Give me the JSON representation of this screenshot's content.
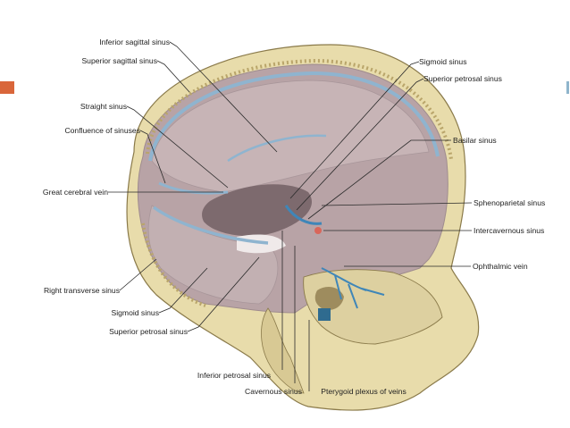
{
  "colors": {
    "accent_orange": "#d9663a",
    "accent_blue": "#8fb5cc",
    "bone": "#e8dcab",
    "bone_dark": "#c9b77c",
    "dura": "#b8a3a6",
    "sinus_blue": "#8fb4cf",
    "vein_blue": "#3f86b8"
  },
  "labels": {
    "inferior_sagittal_sinus": "Inferior sagittal sinus",
    "superior_sagittal_sinus": "Superior sagittal sinus",
    "straight_sinus": "Straight sinus",
    "confluence_of_sinuses": "Confluence of sinuses",
    "great_cerebral_vein": "Great cerebral vein",
    "right_transverse_sinus": "Right transverse sinus",
    "sigmoid_sinus_left": "Sigmoid sinus",
    "superior_petrosal_sinus_left": "Superior petrosal sinus",
    "inferior_petrosal_sinus": "Inferior petrosal sinus",
    "cavernous_sinus": "Cavernous sinus",
    "pterygoid_plexus_of_veins": "Pterygoid plexus of veins",
    "sigmoid_sinus_right": "Sigmoid sinus",
    "superior_petrosal_sinus_right": "Superior petrosal sinus",
    "basilar_sinus": "Basilar sinus",
    "sphenoparietal_sinus": "Sphenoparietal sinus",
    "intercavernous_sinus": "Intercavernous sinus",
    "ophthalmic_vein": "Ophthalmic vein"
  }
}
